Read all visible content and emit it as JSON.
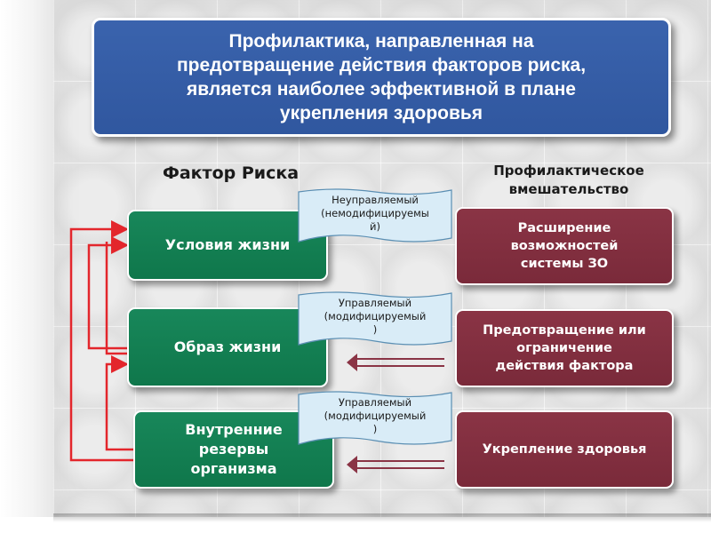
{
  "title": "Профилактика, направленная на\nпредотвращение действия факторов риска,\nявляется наиболее эффективной в плане\nукрепления здоровья",
  "headers": {
    "factor": "Фактор Риска",
    "intervention": "Профилактическое\nвмешательство"
  },
  "factors": [
    {
      "label": "Условия  жизни"
    },
    {
      "label": "Образ жизни"
    },
    {
      "label": "Внутренние\nрезервы\nорганизма"
    }
  ],
  "interventions": [
    {
      "label": "Расширение\nвозможностей\nсистемы ЗО"
    },
    {
      "label": "Предотвращение или\nограничение\nдействия фактора"
    },
    {
      "label": "Укрепление здоровья"
    }
  ],
  "ribbons": [
    {
      "label": "Неуправляемый\n(немодифицируемы\nй)"
    },
    {
      "label": "Управляемый\n(модифицируемый\n)"
    },
    {
      "label": "Управляемый\n(модифицируемый\n)"
    }
  ],
  "colors": {
    "title_bg": "#3560a8",
    "factor_bg": "#127f52",
    "intervention_bg": "#802f40",
    "arrow": "#e3262c",
    "ribbon_fill": "#d9ecf7"
  }
}
